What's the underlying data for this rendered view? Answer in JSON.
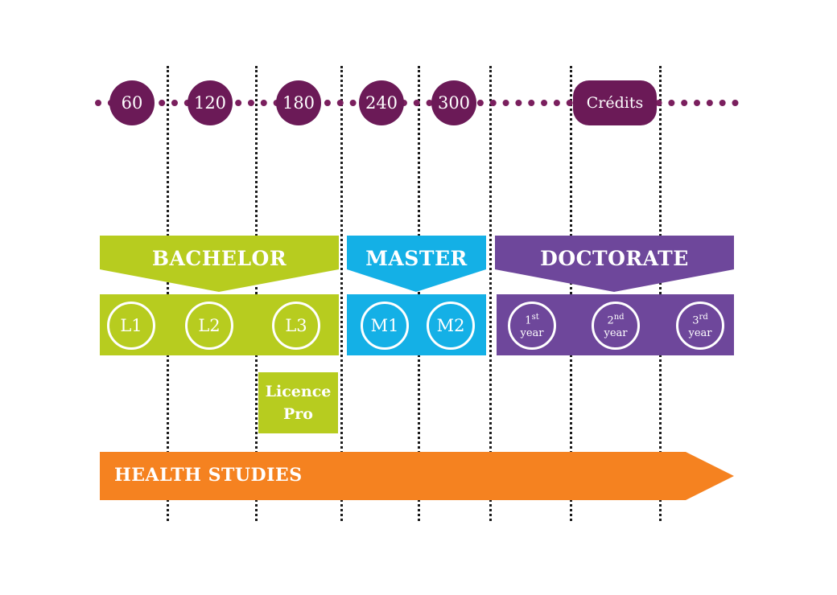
{
  "credits": {
    "c60": "60",
    "c120": "120",
    "c180": "180",
    "c240": "240",
    "c300": "300",
    "label": "Crédits"
  },
  "bachelor": {
    "title": "BACHELOR",
    "l1": "L1",
    "l2": "L2",
    "l3": "L3",
    "licence_line1": "Licence",
    "licence_line2": "Pro"
  },
  "master": {
    "title": "MASTER",
    "m1": "M1",
    "m2": "M2"
  },
  "doctorate": {
    "title": "DOCTORATE",
    "y1_num": "1",
    "y1_sup": "st",
    "y2_num": "2",
    "y2_sup": "nd",
    "y3_num": "3",
    "y3_sup": "rd",
    "year_word": "year"
  },
  "health": {
    "label": "HEALTH STUDIES"
  },
  "colors": {
    "bachelor": "#b7cc1f",
    "master": "#14b0e6",
    "doctorate": "#6e479b",
    "health": "#f58220",
    "credits": "#6b1a57"
  }
}
